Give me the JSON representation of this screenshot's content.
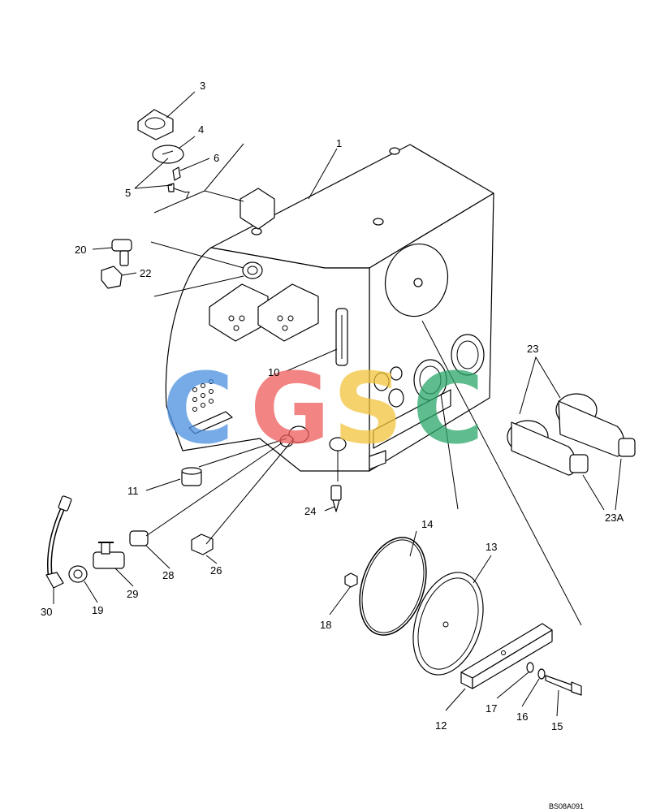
{
  "callouts": [
    {
      "id": "c1",
      "text": "1"
    },
    {
      "id": "c3",
      "text": "3"
    },
    {
      "id": "c4",
      "text": "4"
    },
    {
      "id": "c5",
      "text": "5"
    },
    {
      "id": "c6",
      "text": "6"
    },
    {
      "id": "c7",
      "text": "7"
    },
    {
      "id": "c10",
      "text": "10"
    },
    {
      "id": "c11",
      "text": "11"
    },
    {
      "id": "c12",
      "text": "12"
    },
    {
      "id": "c13",
      "text": "13"
    },
    {
      "id": "c14",
      "text": "14"
    },
    {
      "id": "c15",
      "text": "15"
    },
    {
      "id": "c16",
      "text": "16"
    },
    {
      "id": "c17",
      "text": "17"
    },
    {
      "id": "c18",
      "text": "18"
    },
    {
      "id": "c19",
      "text": "19"
    },
    {
      "id": "c20",
      "text": "20"
    },
    {
      "id": "c22",
      "text": "22"
    },
    {
      "id": "c23",
      "text": "23"
    },
    {
      "id": "c23a",
      "text": "23A"
    },
    {
      "id": "c24",
      "text": "24"
    },
    {
      "id": "c26",
      "text": "26"
    },
    {
      "id": "c28",
      "text": "28"
    },
    {
      "id": "c29",
      "text": "29"
    },
    {
      "id": "c30",
      "text": "30"
    }
  ],
  "drawing_code": "BS08A091",
  "watermark": {
    "letters": [
      "C",
      "G",
      "S",
      "C"
    ],
    "colors": [
      "#4a8fe0",
      "#ee5c5c",
      "#f2c33a",
      "#2aa66a"
    ]
  }
}
